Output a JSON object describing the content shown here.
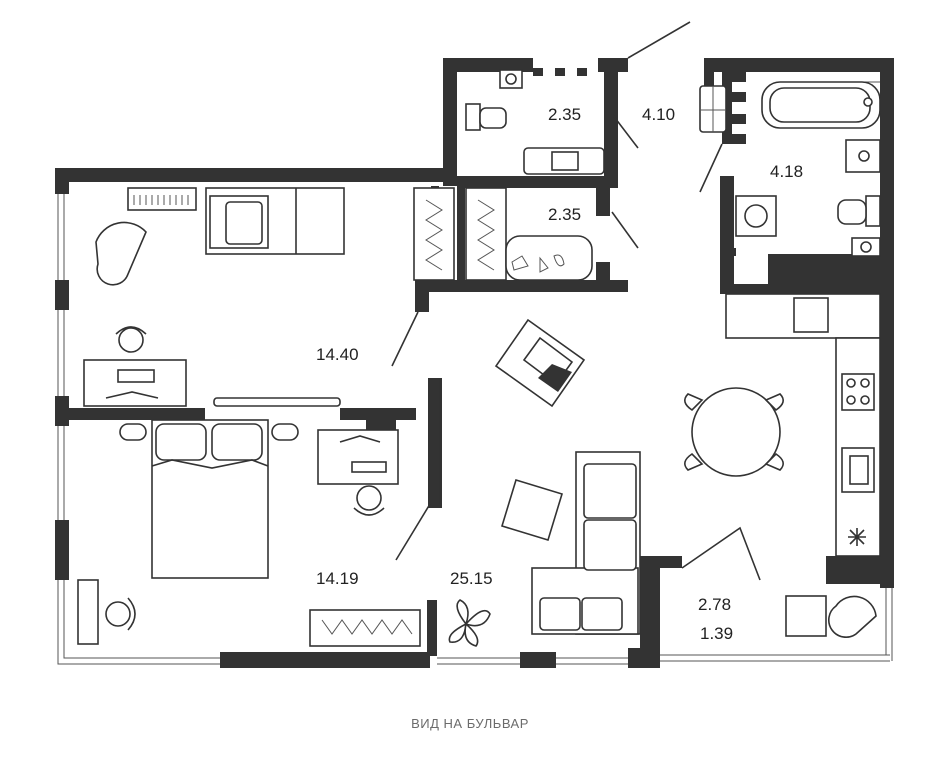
{
  "plan": {
    "rooms": [
      {
        "id": "wc",
        "area": "2.35"
      },
      {
        "id": "hall",
        "area": "4.10"
      },
      {
        "id": "bathroom",
        "area": "4.18"
      },
      {
        "id": "wardrobe",
        "area": "2.35"
      },
      {
        "id": "bedroom-1",
        "area": "14.40"
      },
      {
        "id": "bedroom-2",
        "area": "14.19"
      },
      {
        "id": "living-kitchen",
        "area": "25.15"
      },
      {
        "id": "balcony",
        "area": "2.78"
      },
      {
        "id": "balcony-reduced",
        "area": "1.39"
      }
    ],
    "caption": "ВИД НА БУЛЬВАР",
    "colors": {
      "wall": "#333333",
      "text": "#222222",
      "caption": "#6b6b6b",
      "background": "#ffffff"
    }
  }
}
